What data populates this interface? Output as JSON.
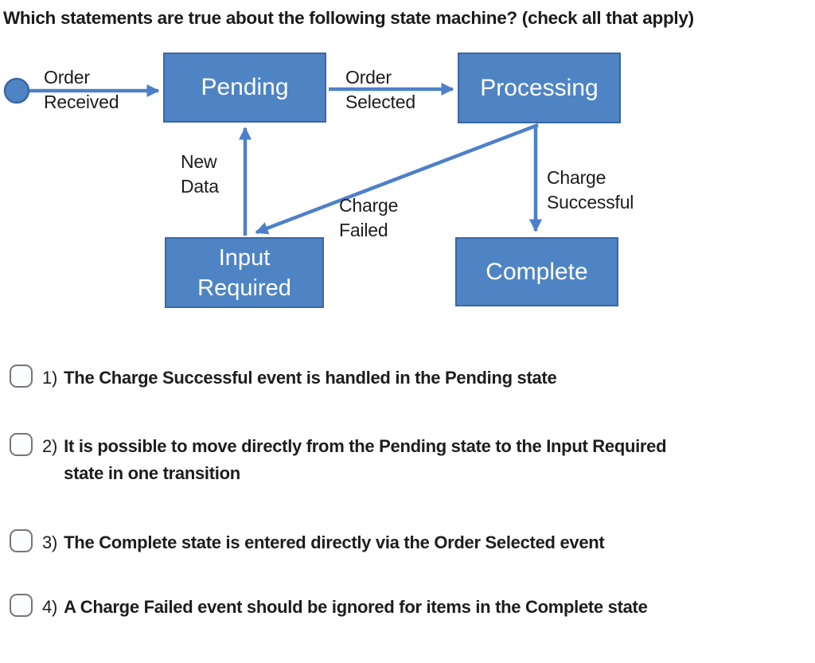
{
  "title": "Which statements are true about the following state machine? (check all that apply)",
  "colors": {
    "state_fill": "#4f84c4",
    "state_border": "#3a66a4",
    "arrow": "#4d80c9",
    "checkbox_border": "#75757c"
  },
  "diagram": {
    "initial_marker": "filled-circle",
    "states": [
      {
        "id": "pending",
        "label": "Pending"
      },
      {
        "id": "processing",
        "label": "Processing"
      },
      {
        "id": "input-required",
        "label": "Input\nRequired"
      },
      {
        "id": "complete",
        "label": "Complete"
      }
    ],
    "transitions": [
      {
        "label": "Order\nReceived",
        "from": "start",
        "to": "Pending"
      },
      {
        "label": "Order\nSelected",
        "from": "Pending",
        "to": "Processing"
      },
      {
        "label": "New\nData",
        "from": "Input Required",
        "to": "Pending"
      },
      {
        "label": "Charge\nFailed",
        "from": "Processing",
        "to": "Input Required"
      },
      {
        "label": "Charge\nSuccessful",
        "from": "Processing",
        "to": "Complete"
      }
    ]
  },
  "options": [
    {
      "number": "1)",
      "text": "The Charge Successful event is handled in the Pending state",
      "checked": false
    },
    {
      "number": "2)",
      "text": "It is possible to move directly from the Pending state to the Input Required\nstate in one transition",
      "checked": false
    },
    {
      "number": "3)",
      "text": "The Complete state is entered directly via the Order Selected event",
      "checked": false
    },
    {
      "number": "4)",
      "text": "A Charge Failed event should be ignored for items in the Complete state",
      "checked": false
    }
  ]
}
